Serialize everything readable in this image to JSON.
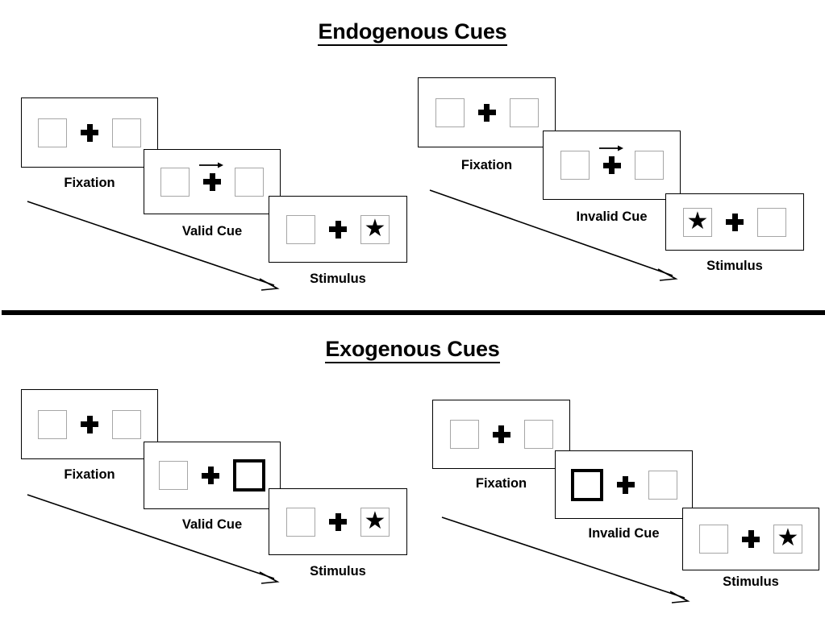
{
  "document": {
    "type": "psychology-experiment-diagram",
    "description": "Posner cueing paradigm: endogenous versus exogenous spatial cues"
  },
  "sections": [
    {
      "id": "endogenous",
      "title": "Endogenous Cues",
      "trials": [
        {
          "id": "endogenous-valid",
          "time_arrow_label": "time-progression-arrow",
          "frames": [
            {
              "caption": "Fixation",
              "left_box": {
                "state": "normal",
                "content": ""
              },
              "right_box": {
                "state": "normal",
                "content": ""
              },
              "center": {
                "cross": "plus",
                "arrow": "none"
              }
            },
            {
              "caption": "Valid Cue",
              "left_box": {
                "state": "normal",
                "content": ""
              },
              "right_box": {
                "state": "normal",
                "content": ""
              },
              "center": {
                "cross": "plus",
                "arrow": "right"
              }
            },
            {
              "caption": "Stimulus",
              "left_box": {
                "state": "normal",
                "content": ""
              },
              "right_box": {
                "state": "normal",
                "content": "star"
              },
              "center": {
                "cross": "plus",
                "arrow": "none"
              }
            }
          ]
        },
        {
          "id": "endogenous-invalid",
          "time_arrow_label": "time-progression-arrow",
          "frames": [
            {
              "caption": "Fixation",
              "left_box": {
                "state": "normal",
                "content": ""
              },
              "right_box": {
                "state": "normal",
                "content": ""
              },
              "center": {
                "cross": "plus",
                "arrow": "none"
              }
            },
            {
              "caption": "Invalid Cue",
              "left_box": {
                "state": "normal",
                "content": ""
              },
              "right_box": {
                "state": "normal",
                "content": ""
              },
              "center": {
                "cross": "plus",
                "arrow": "right"
              }
            },
            {
              "caption": "Stimulus",
              "left_box": {
                "state": "normal",
                "content": "star"
              },
              "right_box": {
                "state": "normal",
                "content": ""
              },
              "center": {
                "cross": "plus",
                "arrow": "none"
              }
            }
          ]
        }
      ]
    },
    {
      "id": "exogenous",
      "title": "Exogenous Cues",
      "trials": [
        {
          "id": "exogenous-valid",
          "time_arrow_label": "time-progression-arrow",
          "frames": [
            {
              "caption": "Fixation",
              "left_box": {
                "state": "normal",
                "content": ""
              },
              "right_box": {
                "state": "normal",
                "content": ""
              },
              "center": {
                "cross": "plus",
                "arrow": "none"
              }
            },
            {
              "caption": "Valid Cue",
              "left_box": {
                "state": "normal",
                "content": ""
              },
              "right_box": {
                "state": "cued",
                "content": ""
              },
              "center": {
                "cross": "plus",
                "arrow": "none"
              }
            },
            {
              "caption": "Stimulus",
              "left_box": {
                "state": "normal",
                "content": ""
              },
              "right_box": {
                "state": "normal",
                "content": "star"
              },
              "center": {
                "cross": "plus",
                "arrow": "none"
              }
            }
          ]
        },
        {
          "id": "exogenous-invalid",
          "time_arrow_label": "time-progression-arrow",
          "frames": [
            {
              "caption": "Fixation",
              "left_box": {
                "state": "normal",
                "content": ""
              },
              "right_box": {
                "state": "normal",
                "content": ""
              },
              "center": {
                "cross": "plus",
                "arrow": "none"
              }
            },
            {
              "caption": "Invalid Cue",
              "left_box": {
                "state": "cued",
                "content": ""
              },
              "right_box": {
                "state": "normal",
                "content": ""
              },
              "center": {
                "cross": "plus",
                "arrow": "none"
              }
            },
            {
              "caption": "Stimulus",
              "left_box": {
                "state": "normal",
                "content": ""
              },
              "right_box": {
                "state": "normal",
                "content": "star"
              },
              "center": {
                "cross": "plus",
                "arrow": "none"
              }
            }
          ]
        }
      ]
    }
  ],
  "glyphs": {
    "star": "★"
  },
  "colors": {
    "ink": "#000000",
    "box_border": "#a6a6a6",
    "cued_box_border": "#000000",
    "background": "#ffffff"
  }
}
